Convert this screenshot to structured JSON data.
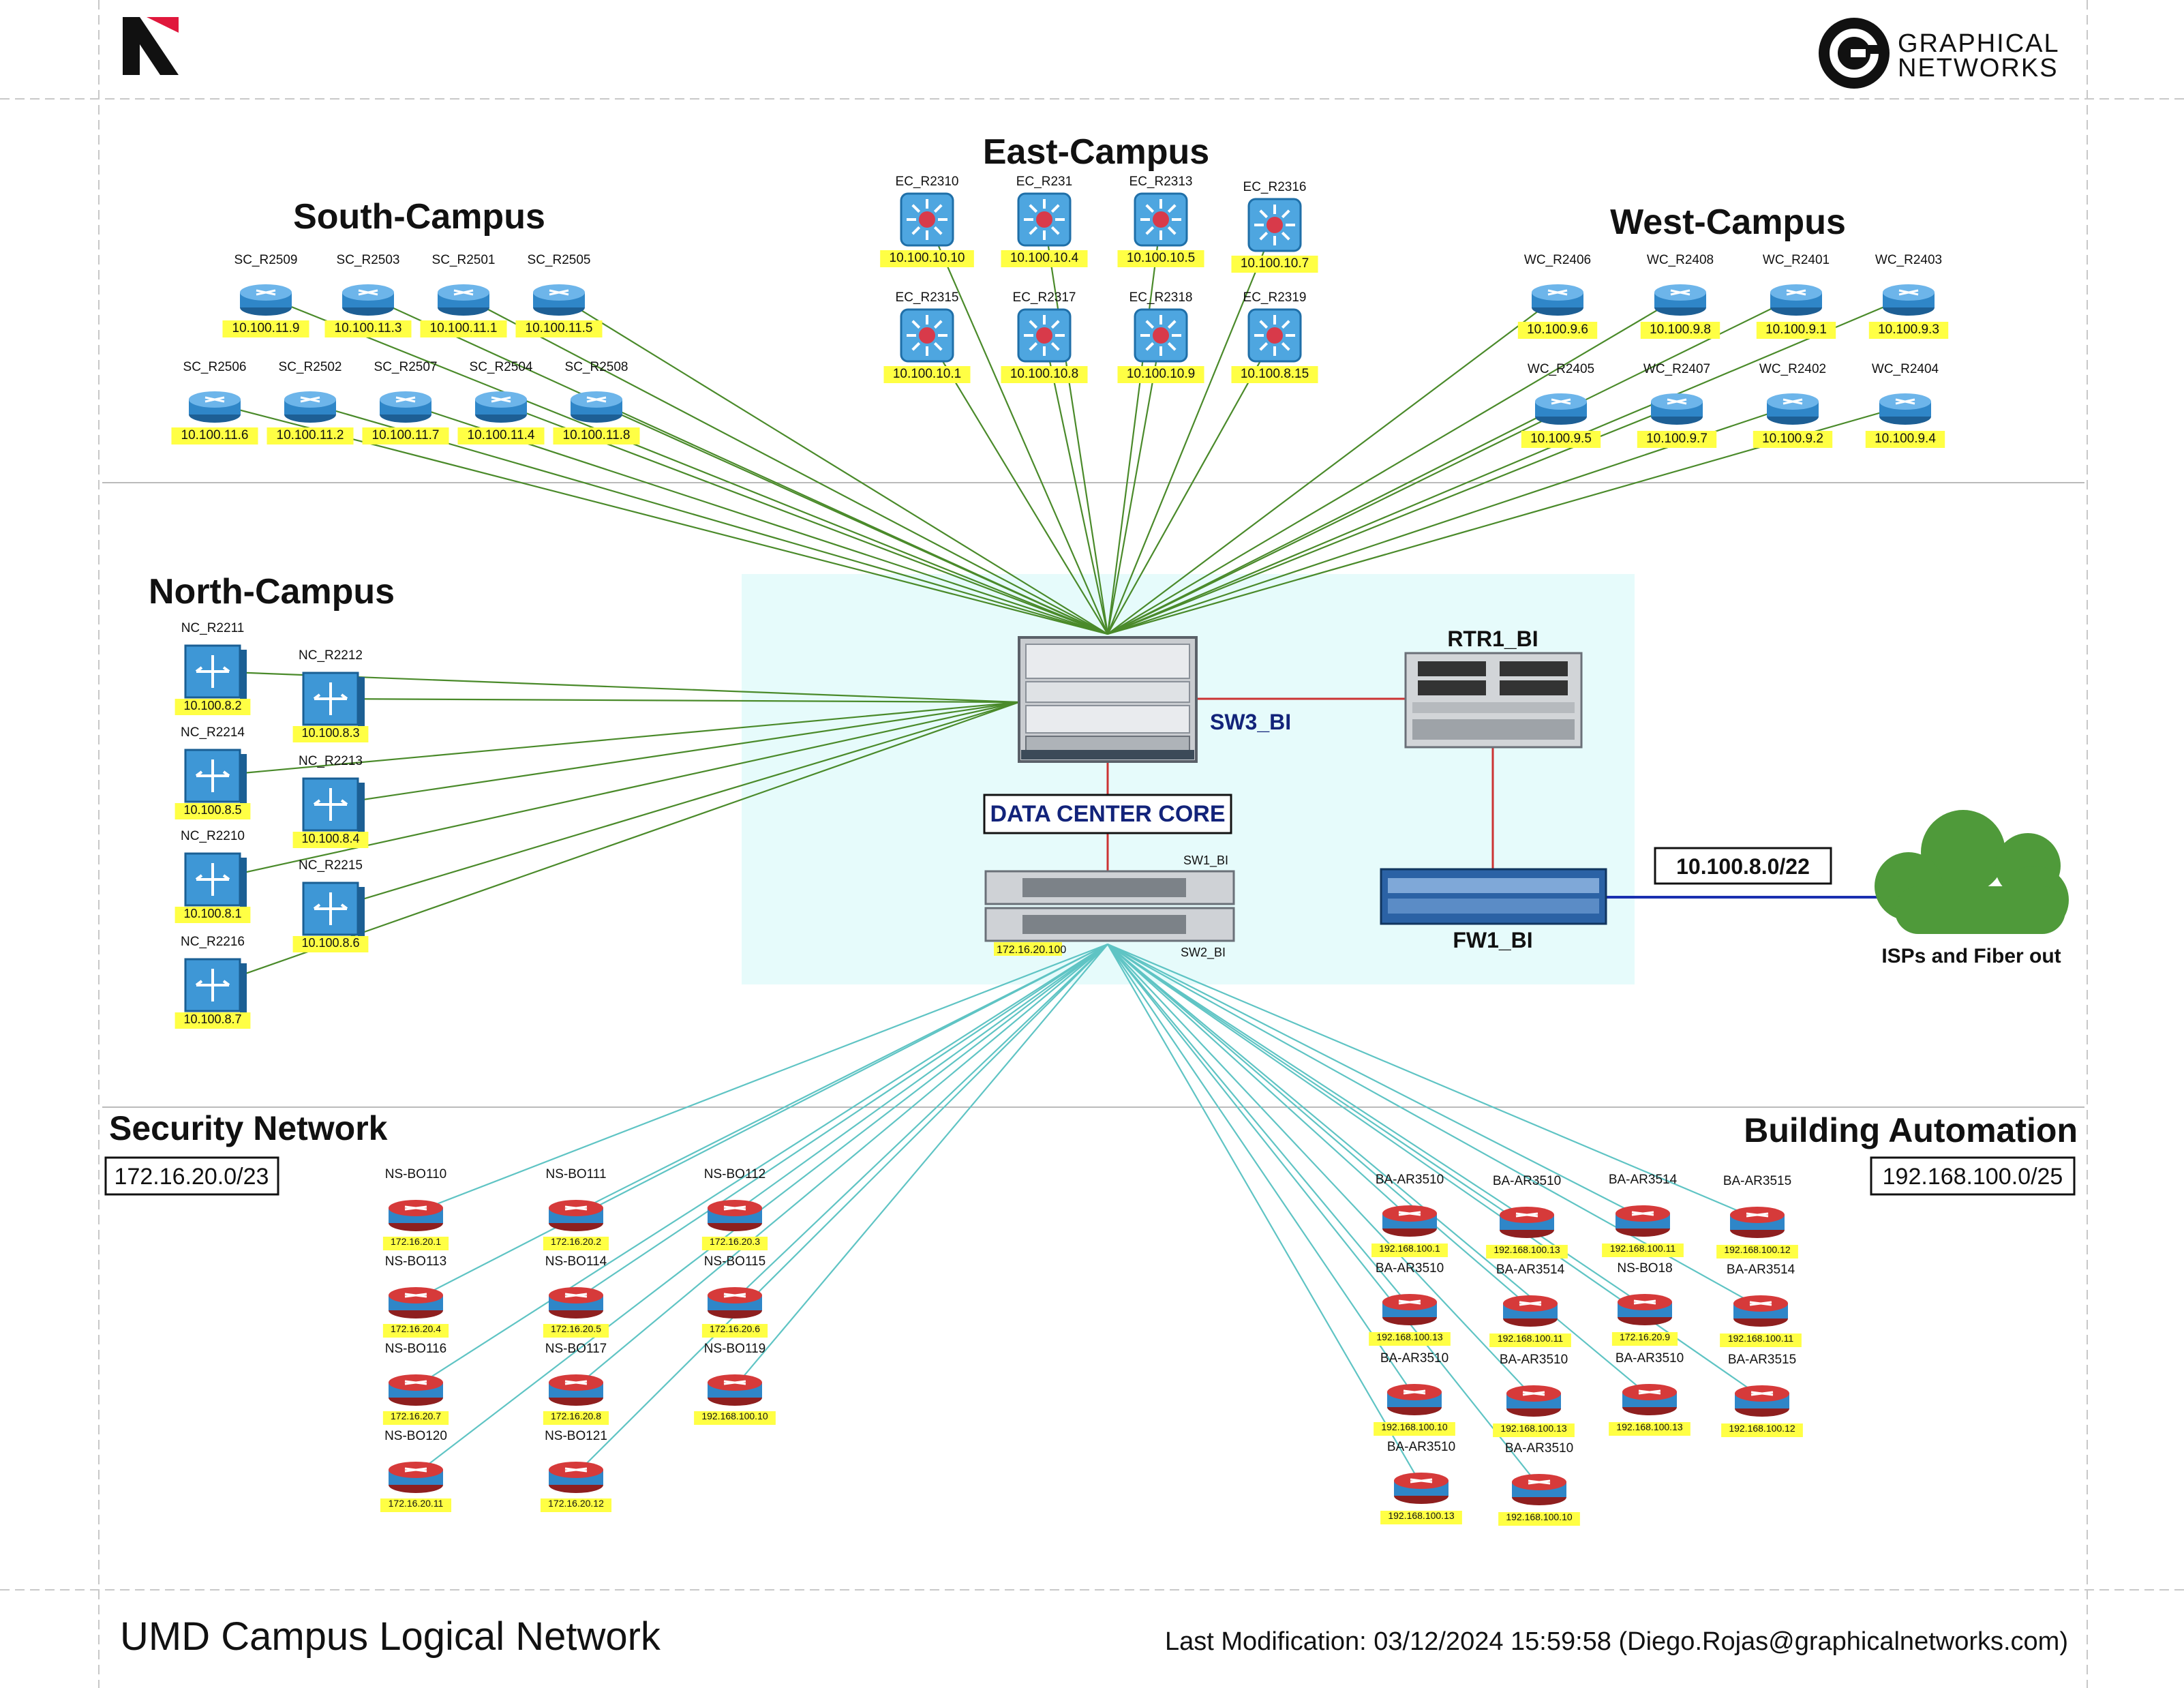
{
  "header": {
    "logo_icon": "n-slash-logo-icon",
    "brand": [
      "GRAPHICAL",
      "NETWORKS"
    ],
    "brand_icon": "graphical-networks-g-icon"
  },
  "colors": {
    "south_link": "#4a8a2a",
    "datacenter_bg": "#e6fbfb",
    "security_link": "#5fc4c4",
    "core_link": "#cc3333",
    "isp_link": "#1a2fb0",
    "ip_highlight": "#ffff44",
    "cloud": "#4f9a3a",
    "router_blue": "#2f86c8",
    "router_red": "#d63a3a"
  },
  "sections": {
    "south": "South-Campus",
    "east": "East-Campus",
    "west": "West-Campus",
    "north": "North-Campus",
    "security": "Security Network",
    "building": "Building Automation"
  },
  "subnets": {
    "security": "172.16.20.0/23",
    "building": "192.168.100.0/25",
    "isp": "10.100.8.0/22"
  },
  "core": {
    "sw3": "SW3_BI",
    "rtr1": "RTR1_BI",
    "fw1": "FW1_BI",
    "dc_label": "DATA CENTER CORE",
    "sw1": "SW1_BI",
    "sw2": "SW2_BI",
    "sw2_ip": "172.16.20.100",
    "isp_label": "ISPs and Fiber out"
  },
  "south": [
    {
      "name": "SC_R2509",
      "ip": "10.100.11.9"
    },
    {
      "name": "SC_R2503",
      "ip": "10.100.11.3"
    },
    {
      "name": "SC_R2501",
      "ip": "10.100.11.1"
    },
    {
      "name": "SC_R2505",
      "ip": "10.100.11.5"
    },
    {
      "name": "SC_R2506",
      "ip": "10.100.11.6"
    },
    {
      "name": "SC_R2502",
      "ip": "10.100.11.2"
    },
    {
      "name": "SC_R2507",
      "ip": "10.100.11.7"
    },
    {
      "name": "SC_R2504",
      "ip": "10.100.11.4"
    },
    {
      "name": "SC_R2508",
      "ip": "10.100.11.8"
    }
  ],
  "east": [
    {
      "name": "EC_R2310",
      "ip": "10.100.10.10"
    },
    {
      "name": "EC_R231",
      "ip": "10.100.10.4"
    },
    {
      "name": "EC_R2313",
      "ip": "10.100.10.5"
    },
    {
      "name": "EC_R2316",
      "ip": "10.100.10.7"
    },
    {
      "name": "EC_R2315",
      "ip": "10.100.10.1"
    },
    {
      "name": "EC_R2317",
      "ip": "10.100.10.8"
    },
    {
      "name": "EC_R2318",
      "ip": "10.100.10.9"
    },
    {
      "name": "EC_R2319",
      "ip": "10.100.8.15"
    }
  ],
  "west": [
    {
      "name": "WC_R2406",
      "ip": "10.100.9.6"
    },
    {
      "name": "WC_R2408",
      "ip": "10.100.9.8"
    },
    {
      "name": "WC_R2401",
      "ip": "10.100.9.1"
    },
    {
      "name": "WC_R2403",
      "ip": "10.100.9.3"
    },
    {
      "name": "WC_R2405",
      "ip": "10.100.9.5"
    },
    {
      "name": "WC_R2407",
      "ip": "10.100.9.7"
    },
    {
      "name": "WC_R2402",
      "ip": "10.100.9.2"
    },
    {
      "name": "WC_R2404",
      "ip": "10.100.9.4"
    }
  ],
  "north": [
    {
      "name": "NC_R2211",
      "ip": "10.100.8.2"
    },
    {
      "name": "NC_R2212",
      "ip": "10.100.8.3"
    },
    {
      "name": "NC_R2214",
      "ip": "10.100.8.5"
    },
    {
      "name": "NC_R2213",
      "ip": "10.100.8.4"
    },
    {
      "name": "NC_R2210",
      "ip": "10.100.8.1"
    },
    {
      "name": "NC_R2215",
      "ip": "10.100.8.6"
    },
    {
      "name": "NC_R2216",
      "ip": "10.100.8.7"
    }
  ],
  "security": [
    {
      "name": "NS-BO110",
      "ip": "172.16.20.1"
    },
    {
      "name": "NS-BO111",
      "ip": "172.16.20.2"
    },
    {
      "name": "NS-BO112",
      "ip": "172.16.20.3"
    },
    {
      "name": "NS-BO113",
      "ip": "172.16.20.4"
    },
    {
      "name": "NS-BO114",
      "ip": "172.16.20.5"
    },
    {
      "name": "NS-BO115",
      "ip": "172.16.20.6"
    },
    {
      "name": "NS-BO116",
      "ip": "172.16.20.7"
    },
    {
      "name": "NS-BO117",
      "ip": "172.16.20.8"
    },
    {
      "name": "NS-BO119",
      "ip": "192.168.100.10"
    },
    {
      "name": "NS-BO120",
      "ip": "172.16.20.11"
    },
    {
      "name": "NS-BO121",
      "ip": "172.16.20.12"
    }
  ],
  "building": [
    {
      "name": "BA-AR3510",
      "ip": "192.168.100.1"
    },
    {
      "name": "BA-AR3510",
      "ip": "192.168.100.13"
    },
    {
      "name": "BA-AR3514",
      "ip": "192.168.100.11"
    },
    {
      "name": "BA-AR3515",
      "ip": "192.168.100.12"
    },
    {
      "name": "BA-AR3510",
      "ip": "192.168.100.13"
    },
    {
      "name": "BA-AR3514",
      "ip": "192.168.100.11"
    },
    {
      "name": "NS-BO18",
      "ip": "172.16.20.9"
    },
    {
      "name": "BA-AR3514",
      "ip": "192.168.100.11"
    },
    {
      "name": "BA-AR3510",
      "ip": "192.168.100.10"
    },
    {
      "name": "BA-AR3510",
      "ip": "192.168.100.13"
    },
    {
      "name": "BA-AR3510",
      "ip": "192.168.100.13"
    },
    {
      "name": "BA-AR3515",
      "ip": "192.168.100.12"
    },
    {
      "name": "BA-AR3510",
      "ip": "192.168.100.13"
    },
    {
      "name": "BA-AR3510",
      "ip": "192.168.100.10"
    }
  ],
  "footer": {
    "title": "UMD Campus Logical Network",
    "modified": "Last Modification: 03/12/2024 15:59:58 (Diego.Rojas@graphicalnetworks.com)"
  }
}
